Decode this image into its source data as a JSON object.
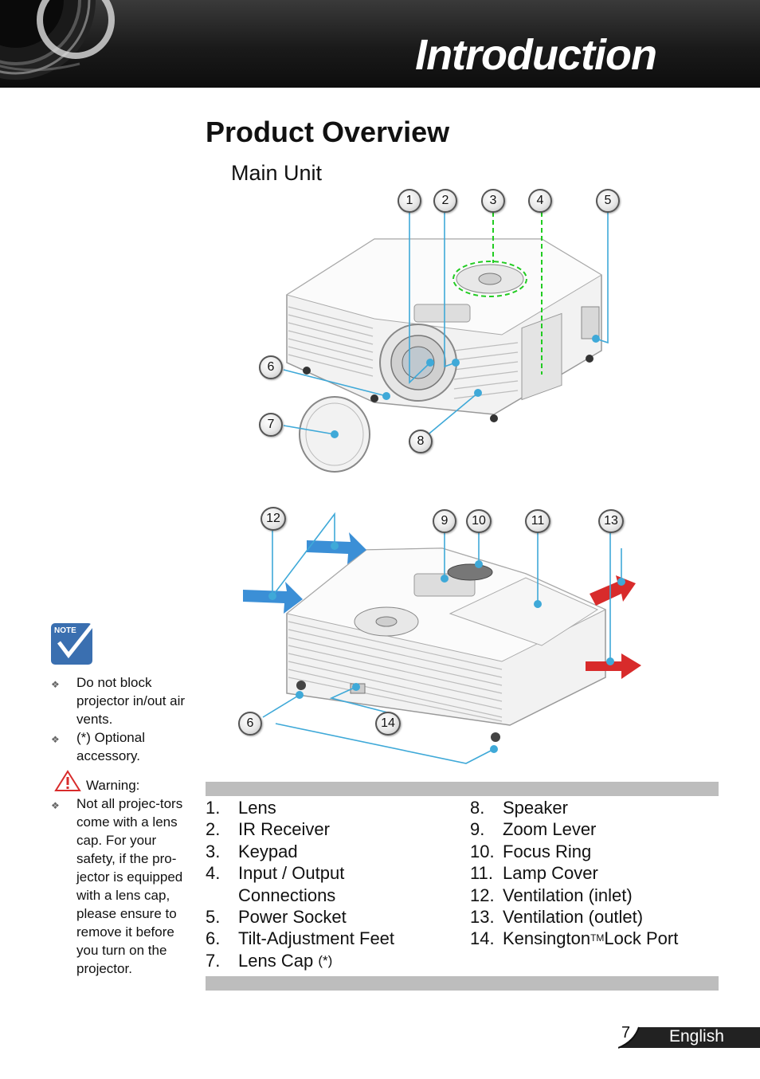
{
  "header": {
    "title": "Introduction"
  },
  "page": {
    "title": "Product Overview",
    "subtitle": "Main Unit"
  },
  "callouts": {
    "top": [
      "1",
      "2",
      "3",
      "4",
      "5",
      "6",
      "7",
      "8"
    ],
    "bottom": [
      "12",
      "9",
      "10",
      "11",
      "13",
      "6",
      "14"
    ]
  },
  "parts_left": [
    {
      "num": "1.",
      "label": "Lens"
    },
    {
      "num": "2.",
      "label": "IR Receiver"
    },
    {
      "num": "3.",
      "label": "Keypad"
    },
    {
      "num": "4.",
      "label": "Input / Output",
      "label2": "Connections"
    },
    {
      "num": "5.",
      "label": "Power Socket"
    },
    {
      "num": "6.",
      "label": "Tilt-Adjustment Feet"
    },
    {
      "num": "7.",
      "label": "Lens Cap",
      "suffix": "(*)"
    }
  ],
  "parts_right": [
    {
      "num": "8.",
      "label": "Speaker"
    },
    {
      "num": "9.",
      "label": "Zoom Lever"
    },
    {
      "num": "10.",
      "label": "Focus Ring"
    },
    {
      "num": "11.",
      "label": "Lamp Cover"
    },
    {
      "num": "12.",
      "label": "Ventilation (inlet)"
    },
    {
      "num": "13.",
      "label": "Ventilation (outlet)"
    },
    {
      "num": "14.",
      "label": "Kensington",
      "sup": "TM",
      "label_after": " Lock Port"
    }
  ],
  "sidebar": {
    "note_icon_label": "NOTE",
    "notes": [
      "Do not block projector in/out air vents.",
      "(*) Optional accessory."
    ],
    "warning_label": "Warning:",
    "warning_text": "Not all projec-tors come with a lens cap. For your safety, if the pro-jector is equipped with a lens cap, please ensure to remove it before you turn on the projector."
  },
  "footer": {
    "page_number": "7",
    "language": "English"
  },
  "colors": {
    "callout_line": "#3fa9d8",
    "keypad_line": "#22cc22",
    "inlet_arrow": "#3b8fd6",
    "outlet_arrow": "#d82b2b",
    "header_bg": "#1a1a1a"
  }
}
